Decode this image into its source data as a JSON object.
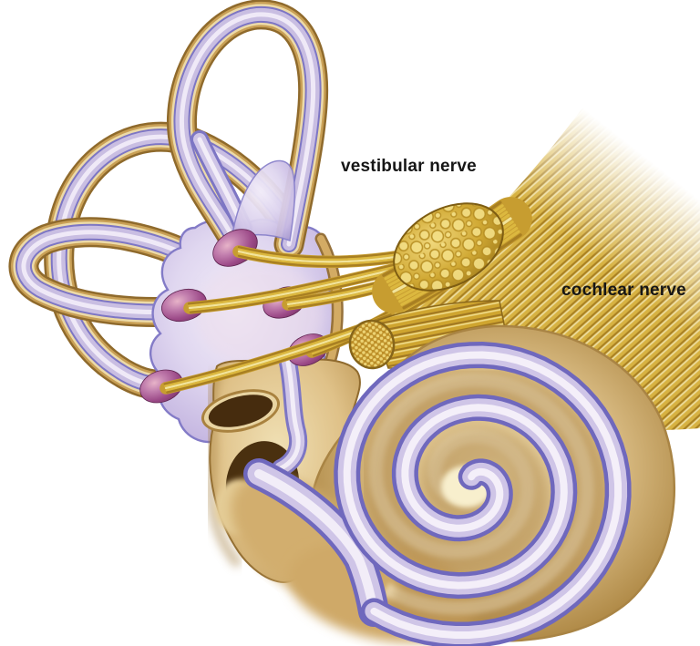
{
  "figure": {
    "type": "medical-illustration",
    "subject": "inner ear: semicircular canals, vestibule, cochlea, vestibular and cochlear nerves",
    "background_color": "#ffffff"
  },
  "labels": {
    "vestibular_nerve": "vestibular nerve",
    "cochlear_nerve": "cochlear nerve"
  },
  "palette": {
    "nerve_gold": "#d7b242",
    "nerve_gold_dark": "#a87f22",
    "nerve_gold_light": "#f3e6a4",
    "bone_tan": "#c9a056",
    "bone_tan_light": "#ecdaa8",
    "membrane_lavender": "#cfc5e7",
    "membrane_purple_edge": "#6f68bd",
    "sensory_magenta": "#9c4a88",
    "opening_dark_brown": "#462c0e",
    "label_text": "#161616"
  }
}
